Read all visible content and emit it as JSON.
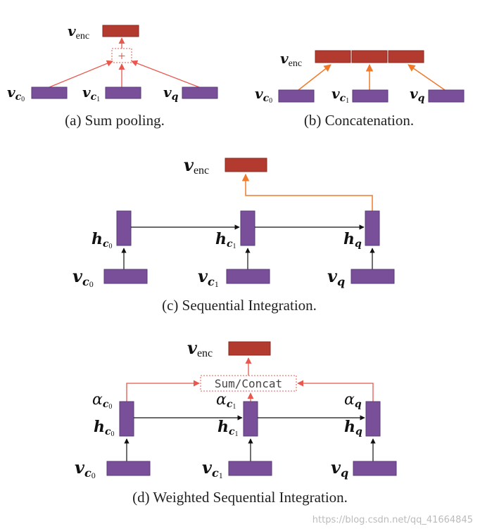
{
  "colors": {
    "input_block": "#7a4f9a",
    "input_block_border": "#5a3a78",
    "output_block": "#b23a2e",
    "output_block_border": "#8a2a20",
    "red_arrow": "#e8584e",
    "orange_arrow": "#f07a2a",
    "black_arrow": "#111111"
  },
  "labels": {
    "v_main": "v",
    "h_main": "h",
    "enc_sub": "enc",
    "c_sub": "c",
    "q_sub": "q",
    "zero": "0",
    "one": "1",
    "alpha": "α",
    "plus": "+"
  },
  "captions": {
    "a": "(a) Sum pooling.",
    "b": "(b) Concatenation.",
    "c": "(c) Sequential Integration.",
    "d": "(d) Weighted Sequential Integration."
  },
  "panel_d": {
    "combine_label": "Sum/Concat"
  },
  "watermark": "https://blog.csdn.net/qq_41664845"
}
